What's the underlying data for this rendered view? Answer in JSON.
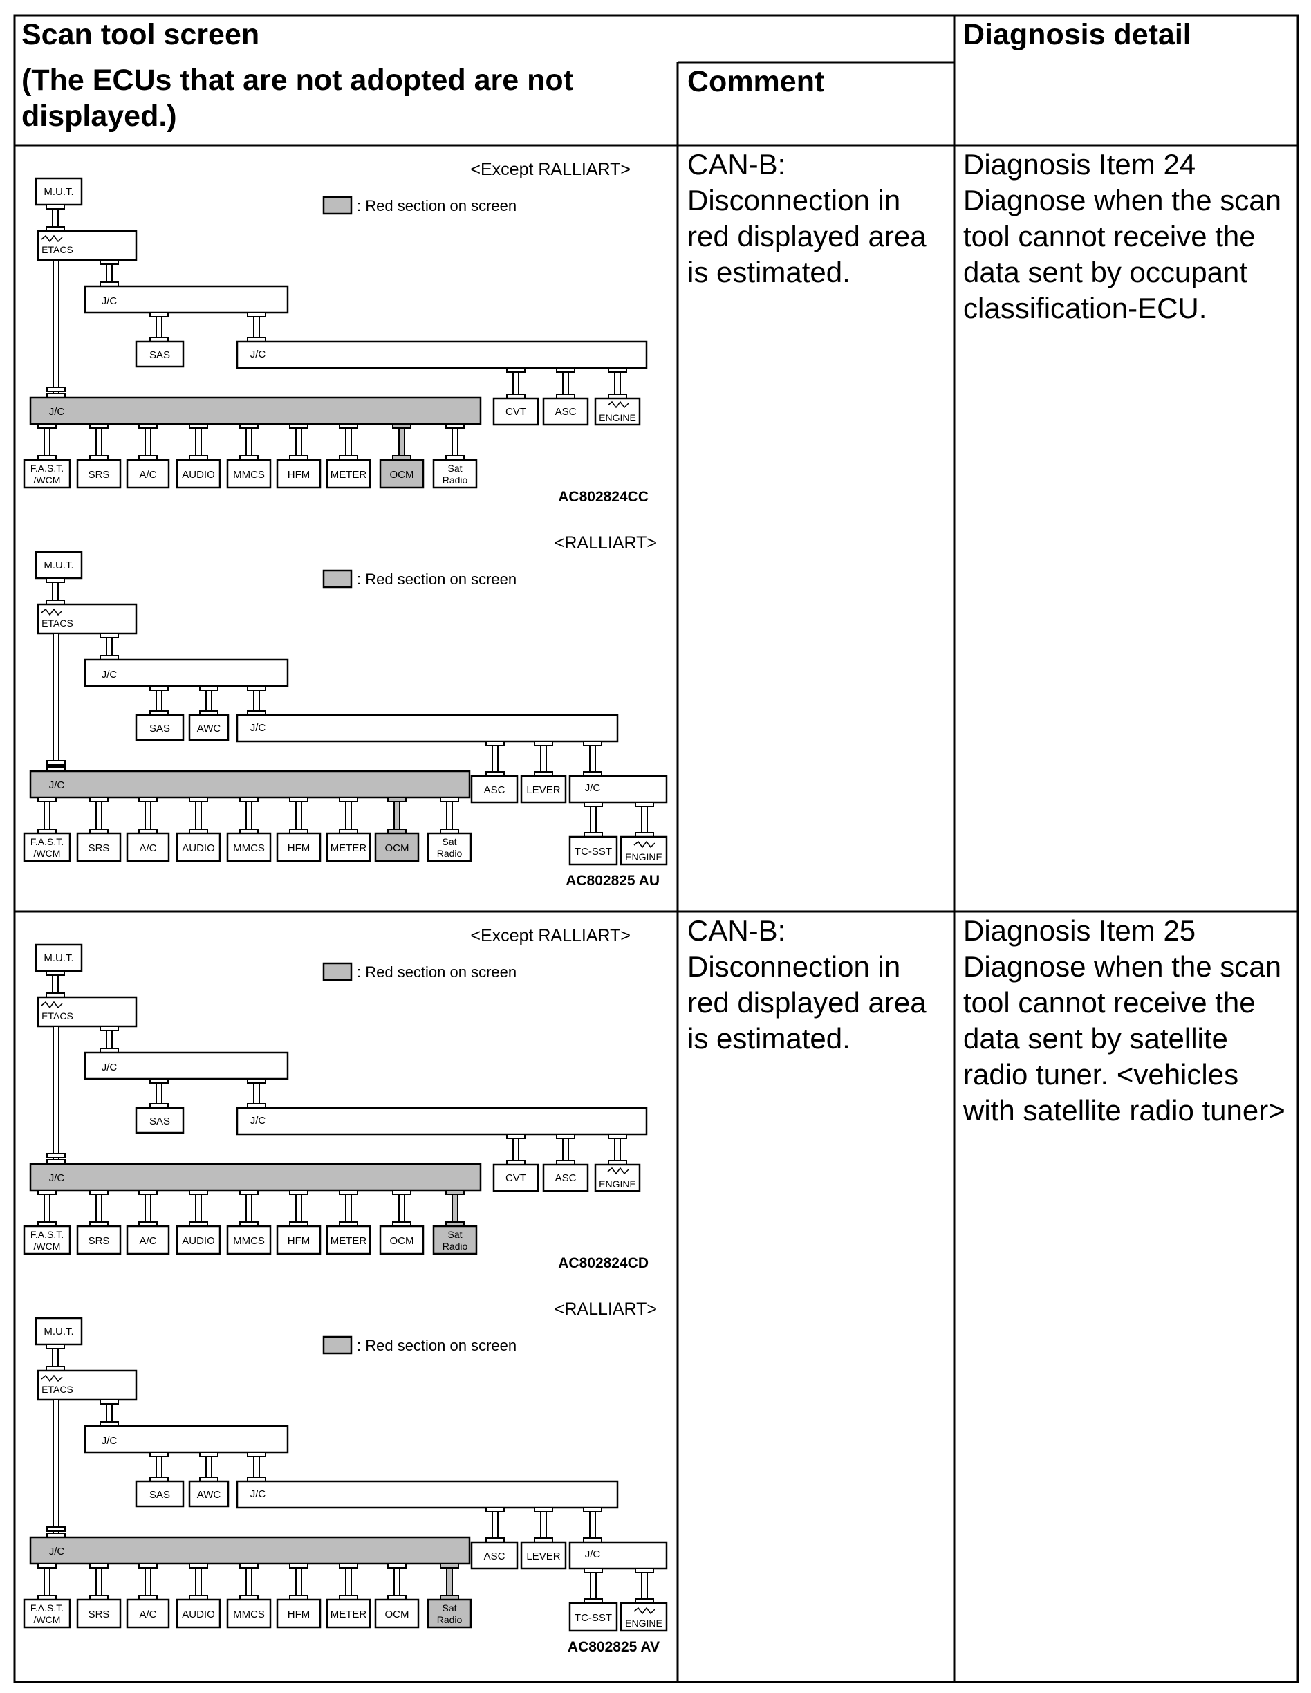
{
  "header": {
    "scan_title": "Scan tool screen",
    "scan_note": "(The ECUs that are not adopted are not displayed.)",
    "comment": "Comment",
    "diagnosis": "Diagnosis detail"
  },
  "rows": [
    {
      "comment": "CAN-B: Disconnection in red displayed area is estimated.",
      "diagnosis": "Diagnosis Item 24 Diagnose when the scan tool cannot receive the data sent by occupant classification-ECU.",
      "diagrams": [
        {
          "variant": "<Except RALLIART>",
          "legend": ": Red section on screen",
          "code": "AC802824CC",
          "red": "OCM"
        },
        {
          "variant": "<RALLIART>",
          "legend": ": Red section on screen",
          "code": "AC802825 AU",
          "red": "OCM"
        }
      ]
    },
    {
      "comment": "CAN-B: Disconnection in red displayed area is estimated.",
      "diagnosis": "Diagnosis Item 25 Diagnose when the scan tool cannot receive the data sent by satellite radio tuner. <vehicles with satellite radio tuner>",
      "diagrams": [
        {
          "variant": "<Except RALLIART>",
          "legend": ": Red section on screen",
          "code": "AC802824CD",
          "red": "Sat Radio"
        },
        {
          "variant": "<RALLIART>",
          "legend": ": Red section on screen",
          "code": "AC802825 AV",
          "red": "Sat Radio"
        }
      ]
    }
  ],
  "ecu_labels": {
    "mut": "M.U.T.",
    "etacs": "ETACS",
    "jc": "J/C",
    "sas": "SAS",
    "awc": "AWC",
    "cvt": "CVT",
    "asc": "ASC",
    "engine": "ENGINE",
    "lever": "LEVER",
    "tcsst": "TC-SST",
    "fast1": "F.A.S.T.",
    "fast2": "/WCM",
    "srs": "SRS",
    "ac": "A/C",
    "audio": "AUDIO",
    "mmcs": "MMCS",
    "hfm": "HFM",
    "meter": "METER",
    "ocm": "OCM",
    "sat1": "Sat",
    "sat2": "Radio"
  },
  "colors": {
    "red_section": "#bdbdbd",
    "line": "#000000"
  }
}
